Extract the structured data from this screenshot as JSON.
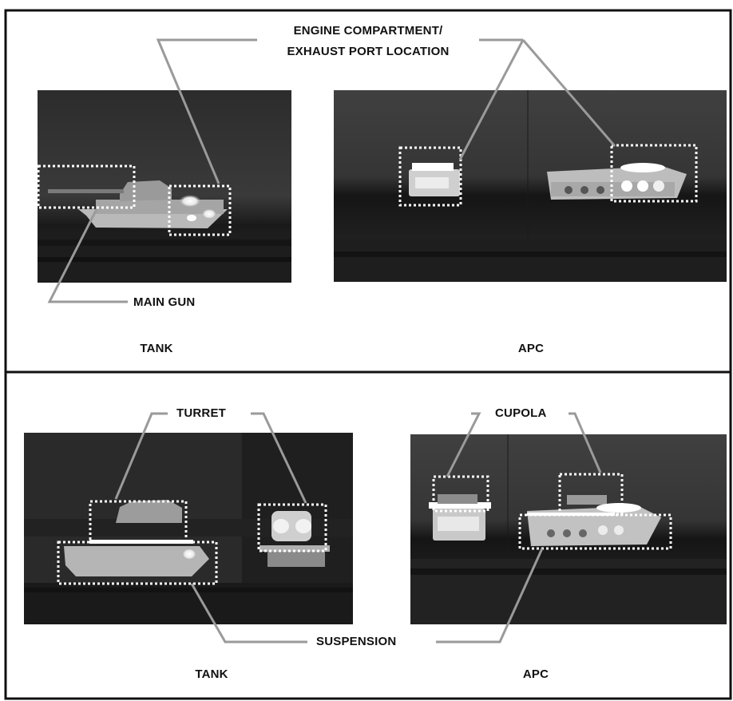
{
  "labels": {
    "engine_line1": "ENGINE COMPARTMENT/",
    "engine_line2": "EXHAUST PORT LOCATION",
    "main_gun": "MAIN GUN",
    "tank_top": "TANK",
    "apc_top": "APC",
    "turret": "TURRET",
    "cupola": "CUPOLA",
    "suspension": "SUSPENSION",
    "tank_bottom": "TANK",
    "apc_bottom": "APC"
  },
  "colors": {
    "frame": "#111111",
    "leader_line": "#9a9a9a",
    "thermal_bg": "#262626",
    "hot_spot": "#ffffff",
    "box_dots": "#ffffff"
  },
  "images": {
    "top_tank": "thermal-image-tank-side-view",
    "top_apc": "thermal-image-apc-front-and-side-views",
    "bottom_tank": "thermal-image-tank-side-and-front-views",
    "bottom_apc": "thermal-image-apc-front-and-side-views"
  }
}
